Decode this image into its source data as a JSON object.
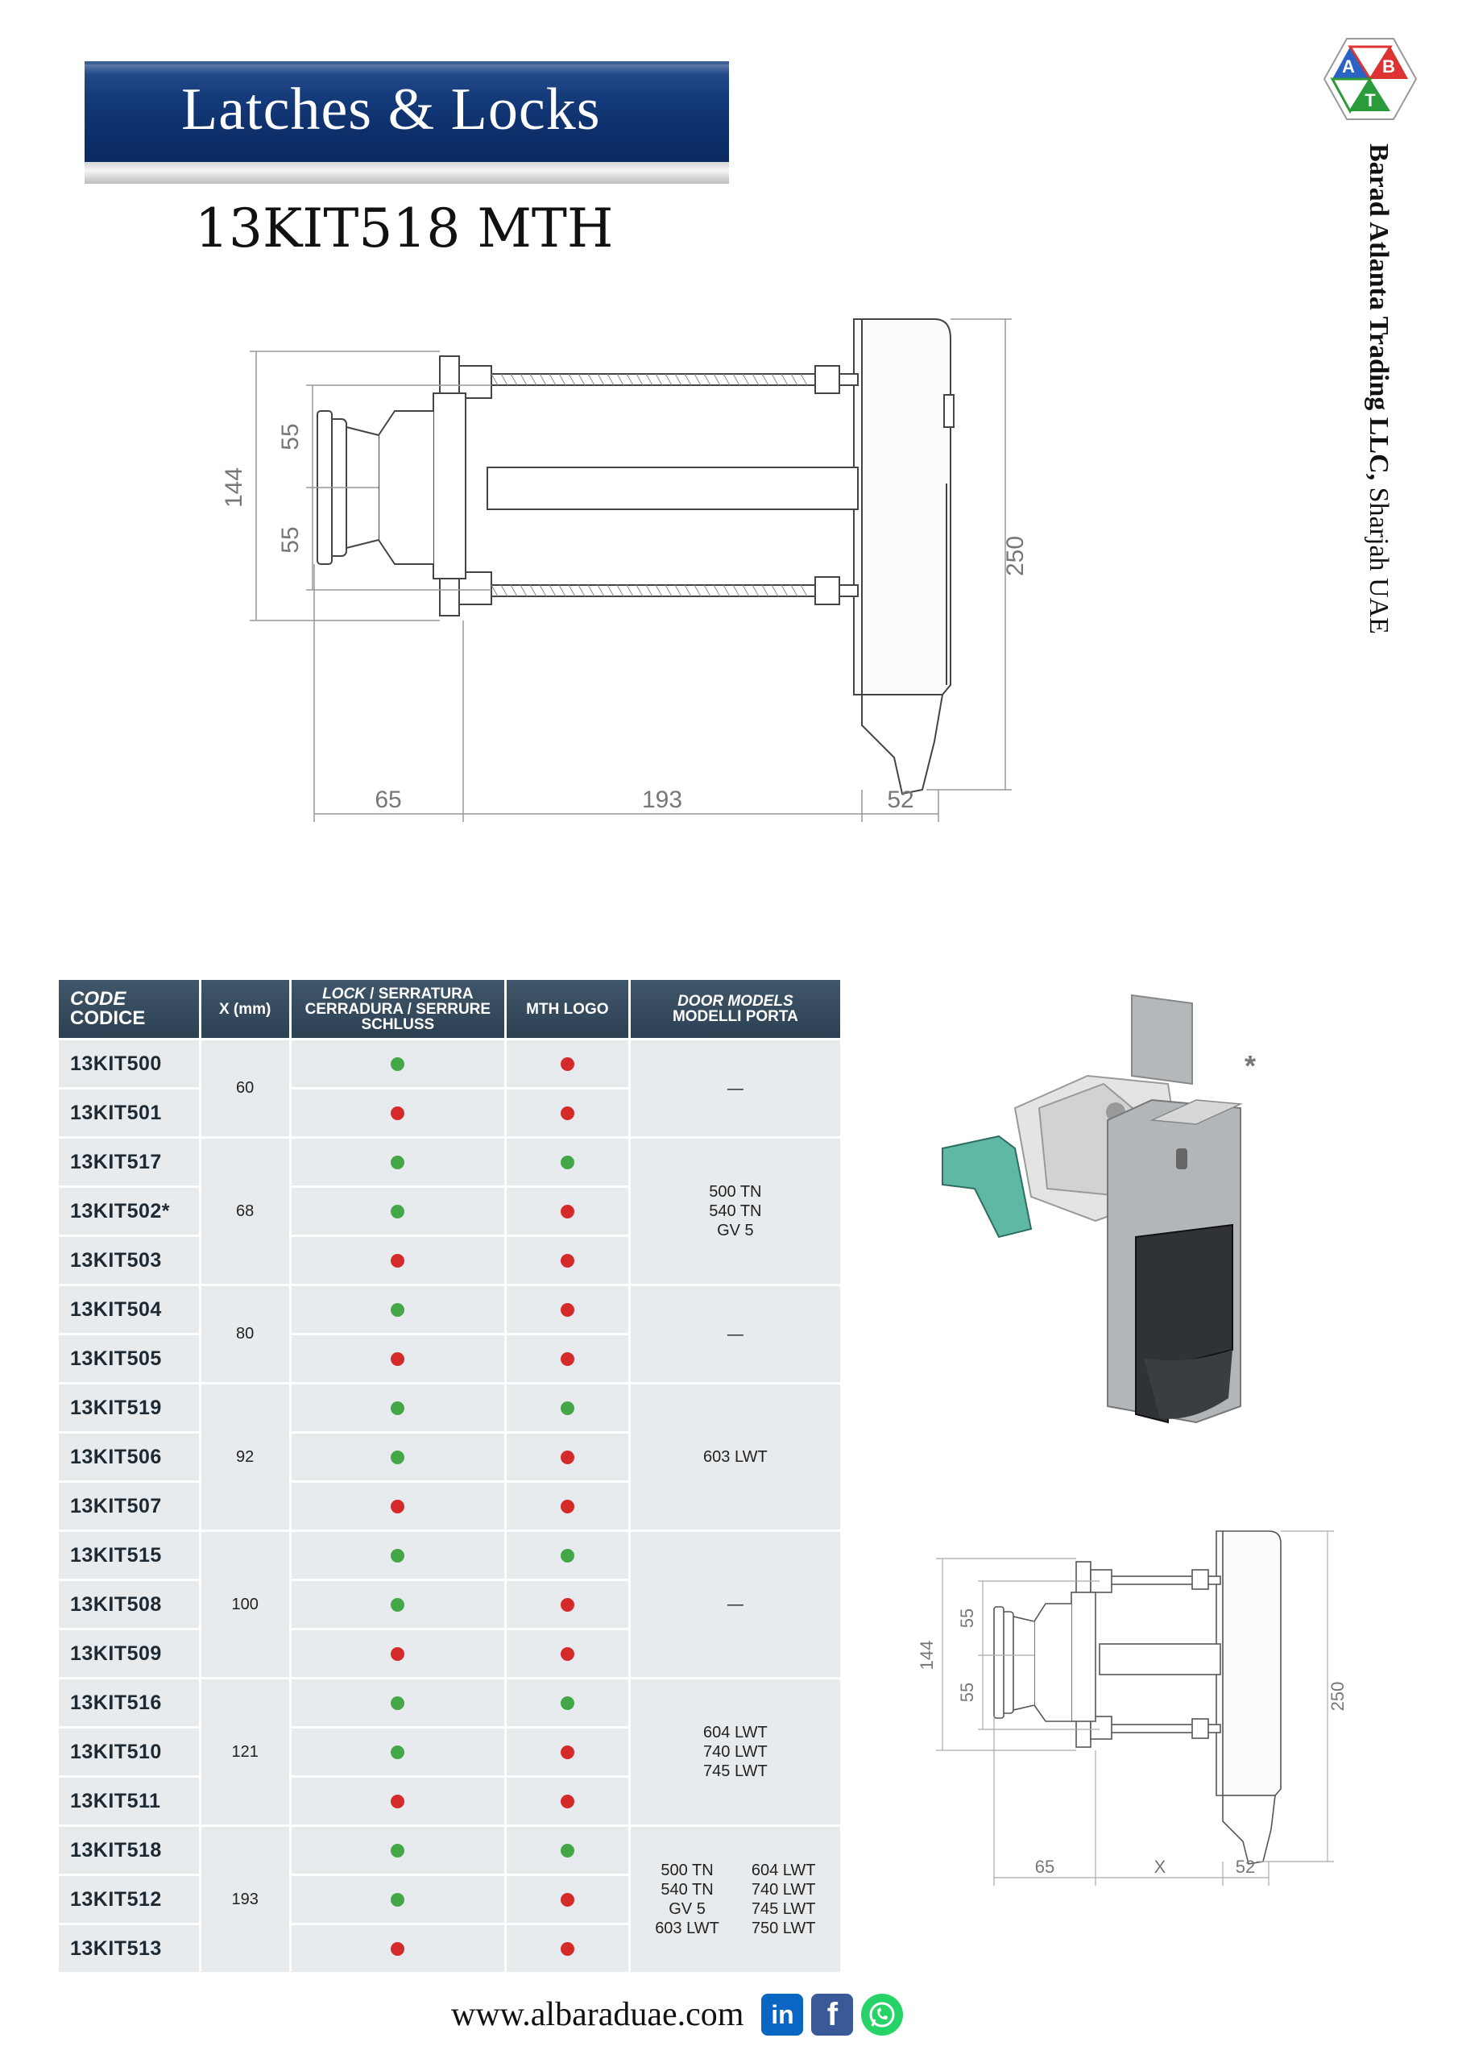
{
  "header": {
    "title": "Latches & Locks",
    "product_code": "13KIT518 MTH"
  },
  "company": {
    "name_bold": "Barad Atlanta Trading LLC,",
    "location": " Sharjah UAE"
  },
  "logo": {
    "letters": [
      "A",
      "B",
      "T"
    ]
  },
  "drawing_main": {
    "dims": {
      "total_height": "144",
      "upper": "55",
      "lower": "55",
      "body_height": "250",
      "left_width": "65",
      "rod_length": "193",
      "body_depth": "52"
    }
  },
  "drawing_small": {
    "dims": {
      "total_height": "144",
      "upper": "55",
      "lower": "55",
      "body_height": "250",
      "left_width": "65",
      "rod_length": "X",
      "body_depth": "52"
    }
  },
  "photo": {
    "marker": "*"
  },
  "table": {
    "headers": {
      "code_1": "CODE",
      "code_2": "CODICE",
      "x": "X (mm)",
      "lock_1": "LOCK",
      "lock_1b": " / SERRATURA",
      "lock_2": "CERRADURA / SERRURE",
      "lock_3": "SCHLUSS",
      "mth": "MTH LOGO",
      "models_1": "DOOR MODELS",
      "models_2": "MODELLI PORTA"
    },
    "groups": [
      {
        "x": "60",
        "models": "—",
        "rows": [
          {
            "code": "13KIT500",
            "lock": "green",
            "mth": "red"
          },
          {
            "code": "13KIT501",
            "lock": "red",
            "mth": "red"
          }
        ]
      },
      {
        "x": "68",
        "models": "500 TN\n540 TN\nGV 5",
        "rows": [
          {
            "code": "13KIT517",
            "lock": "green",
            "mth": "green"
          },
          {
            "code": "13KIT502*",
            "lock": "green",
            "mth": "red"
          },
          {
            "code": "13KIT503",
            "lock": "red",
            "mth": "red"
          }
        ]
      },
      {
        "x": "80",
        "models": "—",
        "rows": [
          {
            "code": "13KIT504",
            "lock": "green",
            "mth": "red"
          },
          {
            "code": "13KIT505",
            "lock": "red",
            "mth": "red"
          }
        ]
      },
      {
        "x": "92",
        "models": "603 LWT",
        "rows": [
          {
            "code": "13KIT519",
            "lock": "green",
            "mth": "green"
          },
          {
            "code": "13KIT506",
            "lock": "green",
            "mth": "red"
          },
          {
            "code": "13KIT507",
            "lock": "red",
            "mth": "red"
          }
        ]
      },
      {
        "x": "100",
        "models": "—",
        "rows": [
          {
            "code": "13KIT515",
            "lock": "green",
            "mth": "green"
          },
          {
            "code": "13KIT508",
            "lock": "green",
            "mth": "red"
          },
          {
            "code": "13KIT509",
            "lock": "red",
            "mth": "red"
          }
        ]
      },
      {
        "x": "121",
        "models": "604 LWT\n740 LWT\n745 LWT",
        "rows": [
          {
            "code": "13KIT516",
            "lock": "green",
            "mth": "green"
          },
          {
            "code": "13KIT510",
            "lock": "green",
            "mth": "red"
          },
          {
            "code": "13KIT511",
            "lock": "red",
            "mth": "red"
          }
        ]
      },
      {
        "x": "193",
        "models_left": "500 TN\n540 TN\nGV 5\n603 LWT",
        "models_right": "604 LWT\n740 LWT\n745 LWT\n750 LWT",
        "rows": [
          {
            "code": "13KIT518",
            "lock": "green",
            "mth": "green"
          },
          {
            "code": "13KIT512",
            "lock": "green",
            "mth": "red"
          },
          {
            "code": "13KIT513",
            "lock": "red",
            "mth": "red"
          }
        ]
      }
    ]
  },
  "footer": {
    "url": "www.albaraduae.com",
    "social": {
      "linkedin": "in",
      "facebook": "f"
    }
  },
  "colors": {
    "banner_blue": "#0d2f6a",
    "header_slate": "#344a5c",
    "cell_bg": "#e7ebee",
    "dot_green": "#43a747",
    "dot_red": "#d42a2a"
  }
}
